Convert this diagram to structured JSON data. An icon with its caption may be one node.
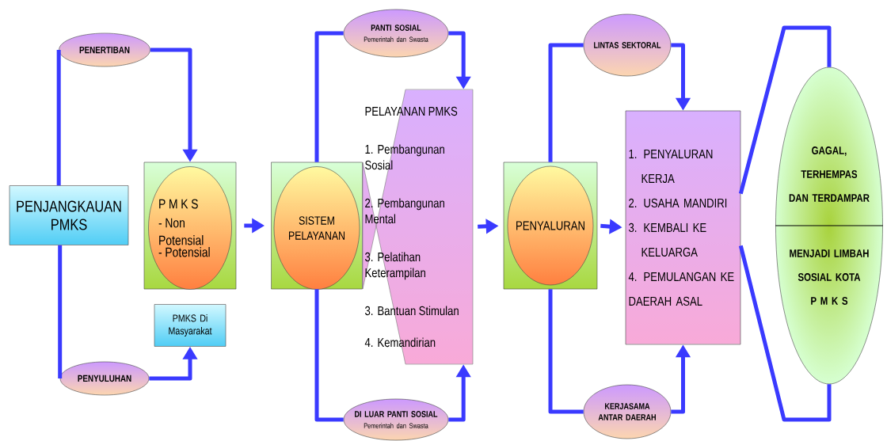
{
  "diagram": {
    "nodes": [
      {
        "text": [
          "PENJANGKAUAN PMKS"
        ]
      },
      {
        "text": [
          "PENERTIBAN"
        ]
      },
      {
        "text": [
          "PENYULUHAN"
        ]
      },
      {
        "text": [],
        "shape": "box"
      },
      {
        "text": [
          "P M K S",
          "- Non Potensial",
          "- Potensial"
        ],
        "in": 3
      },
      {
        "text": [
          "PMKS Di Masyarakat"
        ]
      },
      {
        "text": [],
        "shape": "box"
      },
      {
        "text": [
          "SISTEM PELAYANAN"
        ],
        "in": 6
      },
      {
        "text": [
          "PANTI SOSIAL",
          "Pemerintah dan Swasta"
        ]
      },
      {
        "text": [
          "DI LUAR PANTI SOSIAL",
          "Pemerintah dan Swasta"
        ]
      },
      {
        "text": [
          "PELAYANAN PMKS",
          "1. Pembangunan Sosial",
          "2. Pembangunan Mental",
          "3. Pelatihan Keterampilan",
          "3. Bantuan Stimulan",
          "4. Kemandirian"
        ]
      },
      {
        "text": [],
        "shape": "box"
      },
      {
        "text": [
          "PENYALURAN"
        ],
        "in": 11
      },
      {
        "text": [
          "LINTAS SEKTORAL"
        ]
      },
      {
        "text": [
          "KERJASAMA ANTAR DAERAH"
        ]
      },
      {
        "text": [
          "1. PENYALURAN KERJA",
          "2. USAHA MANDIRI",
          "3. KEMBALI KE KELUARGA",
          "4. PEMULANGAN KE DAERAH ASAL"
        ]
      },
      {
        "text": [
          "GAGAL, TERHEMPAS DAN TERDAMPAR",
          "MENJADI LIMBAH SOSIAL KOTA P M K S"
        ]
      }
    ],
    "edges": [
      {
        "from": 0,
        "to": 1,
        "arrow": "none"
      },
      {
        "from": 1,
        "to": 3,
        "arrow": "to"
      },
      {
        "from": 0,
        "to": 2,
        "arrow": "none"
      },
      {
        "from": 2,
        "to": 5,
        "arrow": "to"
      },
      {
        "from": 3,
        "to": 6,
        "arrow": "to"
      },
      {
        "from": 6,
        "to": 8,
        "arrow": "none"
      },
      {
        "from": 8,
        "to": 10,
        "arrow": "to"
      },
      {
        "from": 6,
        "to": 9,
        "arrow": "none"
      },
      {
        "from": 9,
        "to": 10,
        "arrow": "to"
      },
      {
        "from": 10,
        "to": 11,
        "arrow": "to"
      },
      {
        "from": 11,
        "to": 13,
        "arrow": "none"
      },
      {
        "from": 13,
        "to": 15,
        "arrow": "to"
      },
      {
        "from": 11,
        "to": 14,
        "arrow": "none"
      },
      {
        "from": 14,
        "to": 15,
        "arrow": "to"
      },
      {
        "from": 11,
        "to": 15,
        "arrow": "to"
      },
      {
        "from": 15,
        "to": 16,
        "arrow": "none"
      },
      {
        "from": 15,
        "to": 16,
        "arrow": "none"
      }
    ]
  }
}
